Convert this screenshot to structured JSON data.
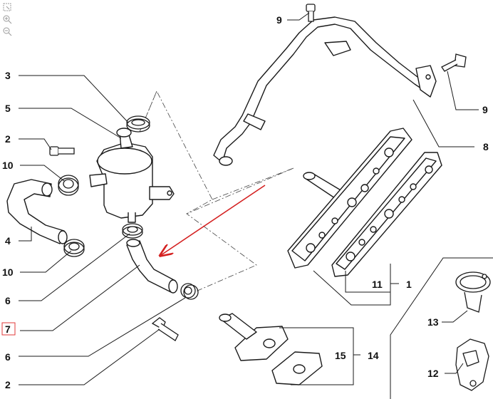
{
  "toolbar": {
    "tools": [
      {
        "icon": "select-frame-icon"
      },
      {
        "icon": "zoom-in-icon"
      },
      {
        "icon": "zoom-out-icon"
      }
    ]
  },
  "callouts": {
    "c9_top": "9",
    "c9_right": "9",
    "c8": "8",
    "c3": "3",
    "c5": "5",
    "c2_upper": "2",
    "c10_upper": "10",
    "c4": "4",
    "c10_lower": "10",
    "c6_upper": "6",
    "c7": "7",
    "c6_lower": "6",
    "c2_lower": "2",
    "c11": "11",
    "c1": "1",
    "c13": "13",
    "c12": "12",
    "c15": "15",
    "c14": "14"
  },
  "colors": {
    "line": "#1a1a1a",
    "accent_arrow": "#d42020",
    "highlight": "#e03a3a",
    "part_fill": "#ffffff"
  }
}
